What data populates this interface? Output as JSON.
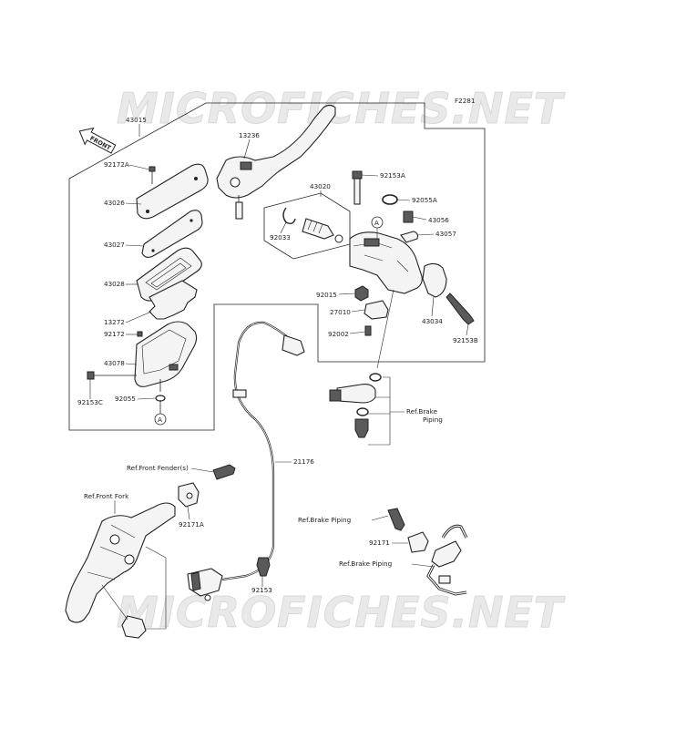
{
  "watermark": "MICROFICHES.NET",
  "diagram_code": "F2281",
  "front_label": "FRONT",
  "ref_marker": "A",
  "parts": {
    "p43015": "43015",
    "p92172A": "92172A",
    "p43026": "43026",
    "p43027": "43027",
    "p43028": "43028",
    "p13272": "13272",
    "p92172": "92172",
    "p43078": "43078",
    "p92153C": "92153C",
    "p92055": "92055",
    "p13236": "13236",
    "p43020": "43020",
    "p92033": "92033",
    "p92153A": "92153A",
    "p92055A": "92055A",
    "p43056": "43056",
    "p43057": "43057",
    "p92015": "92015",
    "p27010": "27010",
    "p92002": "92002",
    "p43034": "43034",
    "p92153B": "92153B",
    "p21176": "21176",
    "p92171A": "92171A",
    "p92153": "92153",
    "p92171": "92171"
  },
  "refs": {
    "brake_piping": "Ref.Brake",
    "brake_piping_2": "Piping",
    "front_fender": "Ref.Front Fender(s)",
    "front_fork": "Ref.Front Fork",
    "brake_piping_a": "Ref.Brake Piping",
    "brake_piping_b": "Ref.Brake Piping"
  }
}
